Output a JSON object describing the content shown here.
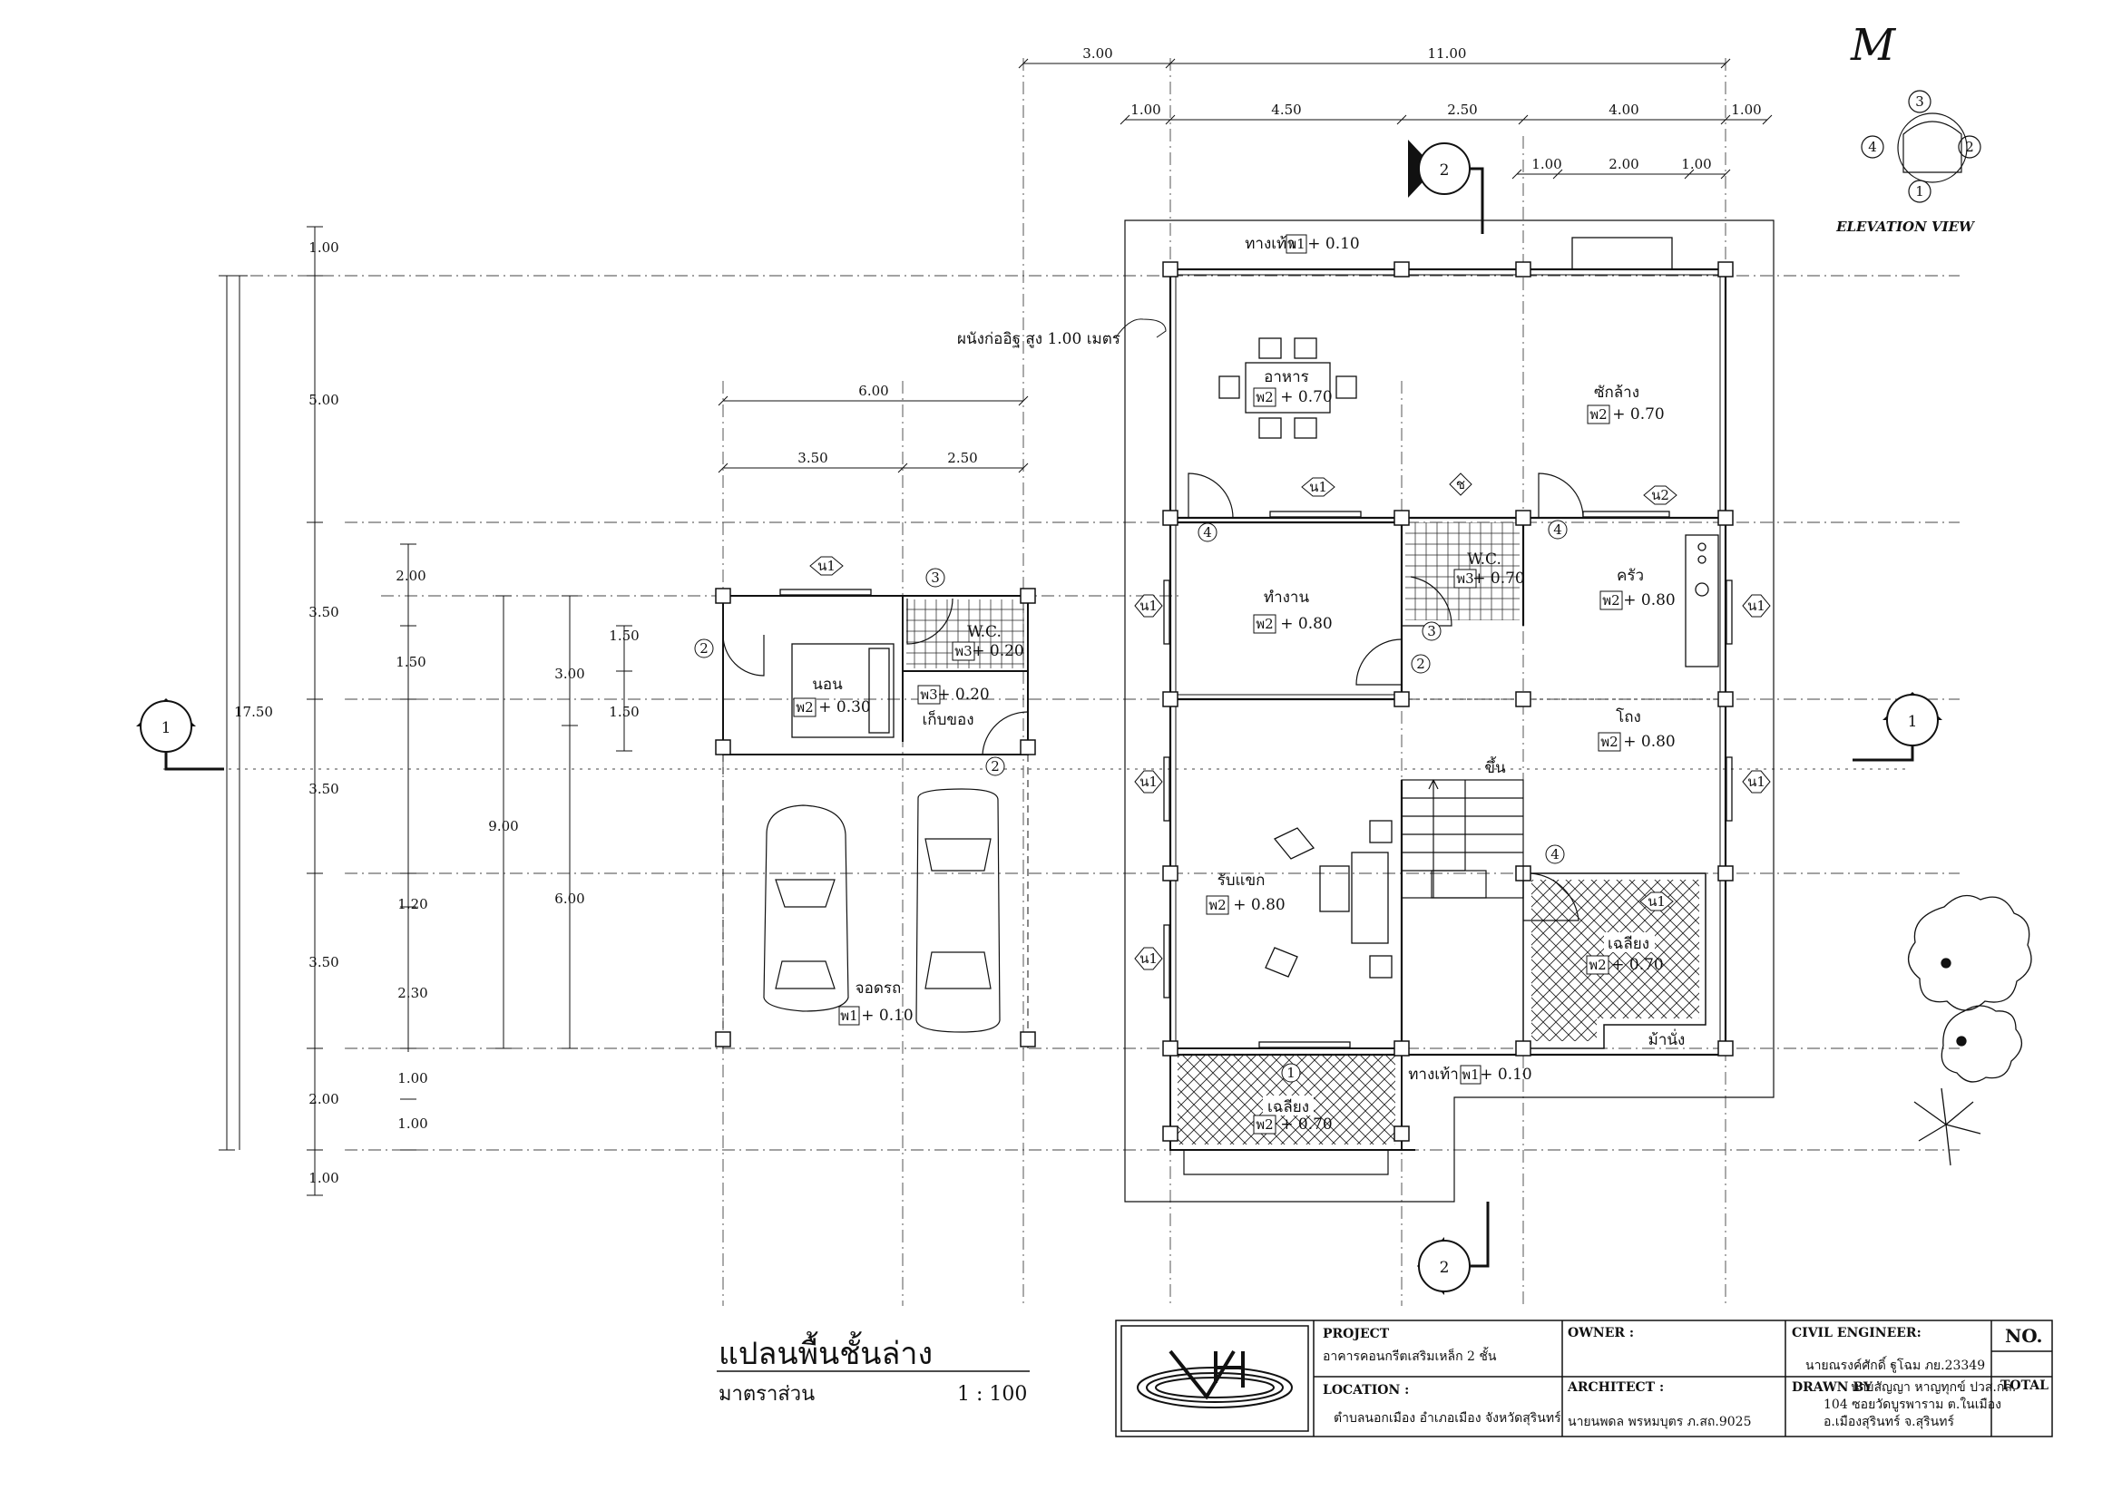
{
  "sheet_mark": "M",
  "elevation_view": {
    "label": "ELEVATION VIEW",
    "markers": [
      "1",
      "2",
      "3",
      "4"
    ]
  },
  "top_dims": {
    "overall": [
      "3.00",
      "11.00"
    ],
    "sub": [
      "1.00",
      "4.50",
      "2.50",
      "4.00",
      "1.00"
    ],
    "right": [
      "1.00",
      "2.00",
      "1.00"
    ]
  },
  "left_dims": {
    "overall": "17.50",
    "main": [
      "1.00",
      "5.00",
      "3.50",
      "3.50",
      "3.50",
      "2.00",
      "1.00"
    ],
    "inner": [
      "2.00",
      "1.50",
      "1.20",
      "2.30",
      "1.00",
      "1.00"
    ],
    "garage_total": "9.00",
    "garage_sub": [
      "3.00",
      "6.00"
    ],
    "garage_inner": [
      "1.50",
      "1.50"
    ]
  },
  "garage_dims": {
    "overall": "6.00",
    "sub": [
      "3.50",
      "2.50"
    ]
  },
  "section_markers": {
    "one": "1",
    "two": "2"
  },
  "wall_note": "ผนังก่ออิฐ สูง 1.00 เมตร",
  "codes": {
    "f1": "พ1",
    "f2": "พ2",
    "f3": "พ3",
    "w1": "น1",
    "w2": "น2",
    "sink": "ช"
  },
  "rooms": {
    "walkway_top": {
      "name": "ทางเท้า",
      "level": "+ 0.10"
    },
    "dining": {
      "name": "อาหาร",
      "level": "+ 0.70"
    },
    "laundry": {
      "name": "ซักล้าง",
      "level": "+ 0.70"
    },
    "work": {
      "name": "ทำงาน",
      "level": "+ 0.80"
    },
    "wc_main": {
      "name": "W.C.",
      "level": "+ 0.70"
    },
    "kitchen": {
      "name": "ครัว",
      "level": "+ 0.80"
    },
    "hall": {
      "name": "โถง",
      "level": "+ 0.80"
    },
    "stair": {
      "name": "ขึ้น"
    },
    "living": {
      "name": "รับแขก",
      "level": "+ 0.80"
    },
    "terrace_right": {
      "name": "เฉลียง",
      "level": "+ 0.70"
    },
    "bench": {
      "name": "ม้านั่ง"
    },
    "walkway_bottom": {
      "name": "ทางเท้า",
      "level": "+ 0.10"
    },
    "terrace_front": {
      "name": "เฉลียง",
      "level": "+ 0.70"
    },
    "bedroom": {
      "name": "นอน",
      "level": "+ 0.30"
    },
    "wc_garage": {
      "name": "W.C.",
      "level": "+ 0.20"
    },
    "storage": {
      "name": "เก็บของ",
      "level": "+ 0.20"
    },
    "parking": {
      "name": "จอดรถ",
      "level": "+ 0.10"
    }
  },
  "door_tags": [
    "1",
    "2",
    "3",
    "4"
  ],
  "plan_title": "แปลนพื้นชั้นล่าง",
  "scale_label": "มาตราส่วน",
  "scale_value": "1 : 100",
  "title_block": {
    "project_label": "PROJECT",
    "project_value": "อาคารคอนกรีตเสริมเหล็ก 2 ชั้น",
    "location_label": "LOCATION :",
    "location_value": "ตำบลนอกเมือง อำเภอเมือง จังหวัดสุรินทร์",
    "owner_label": "OWNER :",
    "architect_label": "ARCHITECT :",
    "architect_value": "นายนพดล พรหมบุตร ภ.สถ.9025",
    "civil_label": "CIVIL ENGINEER:",
    "civil_value": "นายณรงค์ศักดิ์ ฐูโฉม ภย.23349",
    "drawn_label": "DRAWN BY",
    "drawn_value": [
      "นายสัญญา หาญทุกข์ ปวส.กส.",
      "104 ซอยวัดบูรพาราม ต.ในเมือง",
      "อ.เมืองสุรินทร์ จ.สุรินทร์"
    ],
    "no_label": "NO.",
    "total_label": "TOTAL"
  }
}
